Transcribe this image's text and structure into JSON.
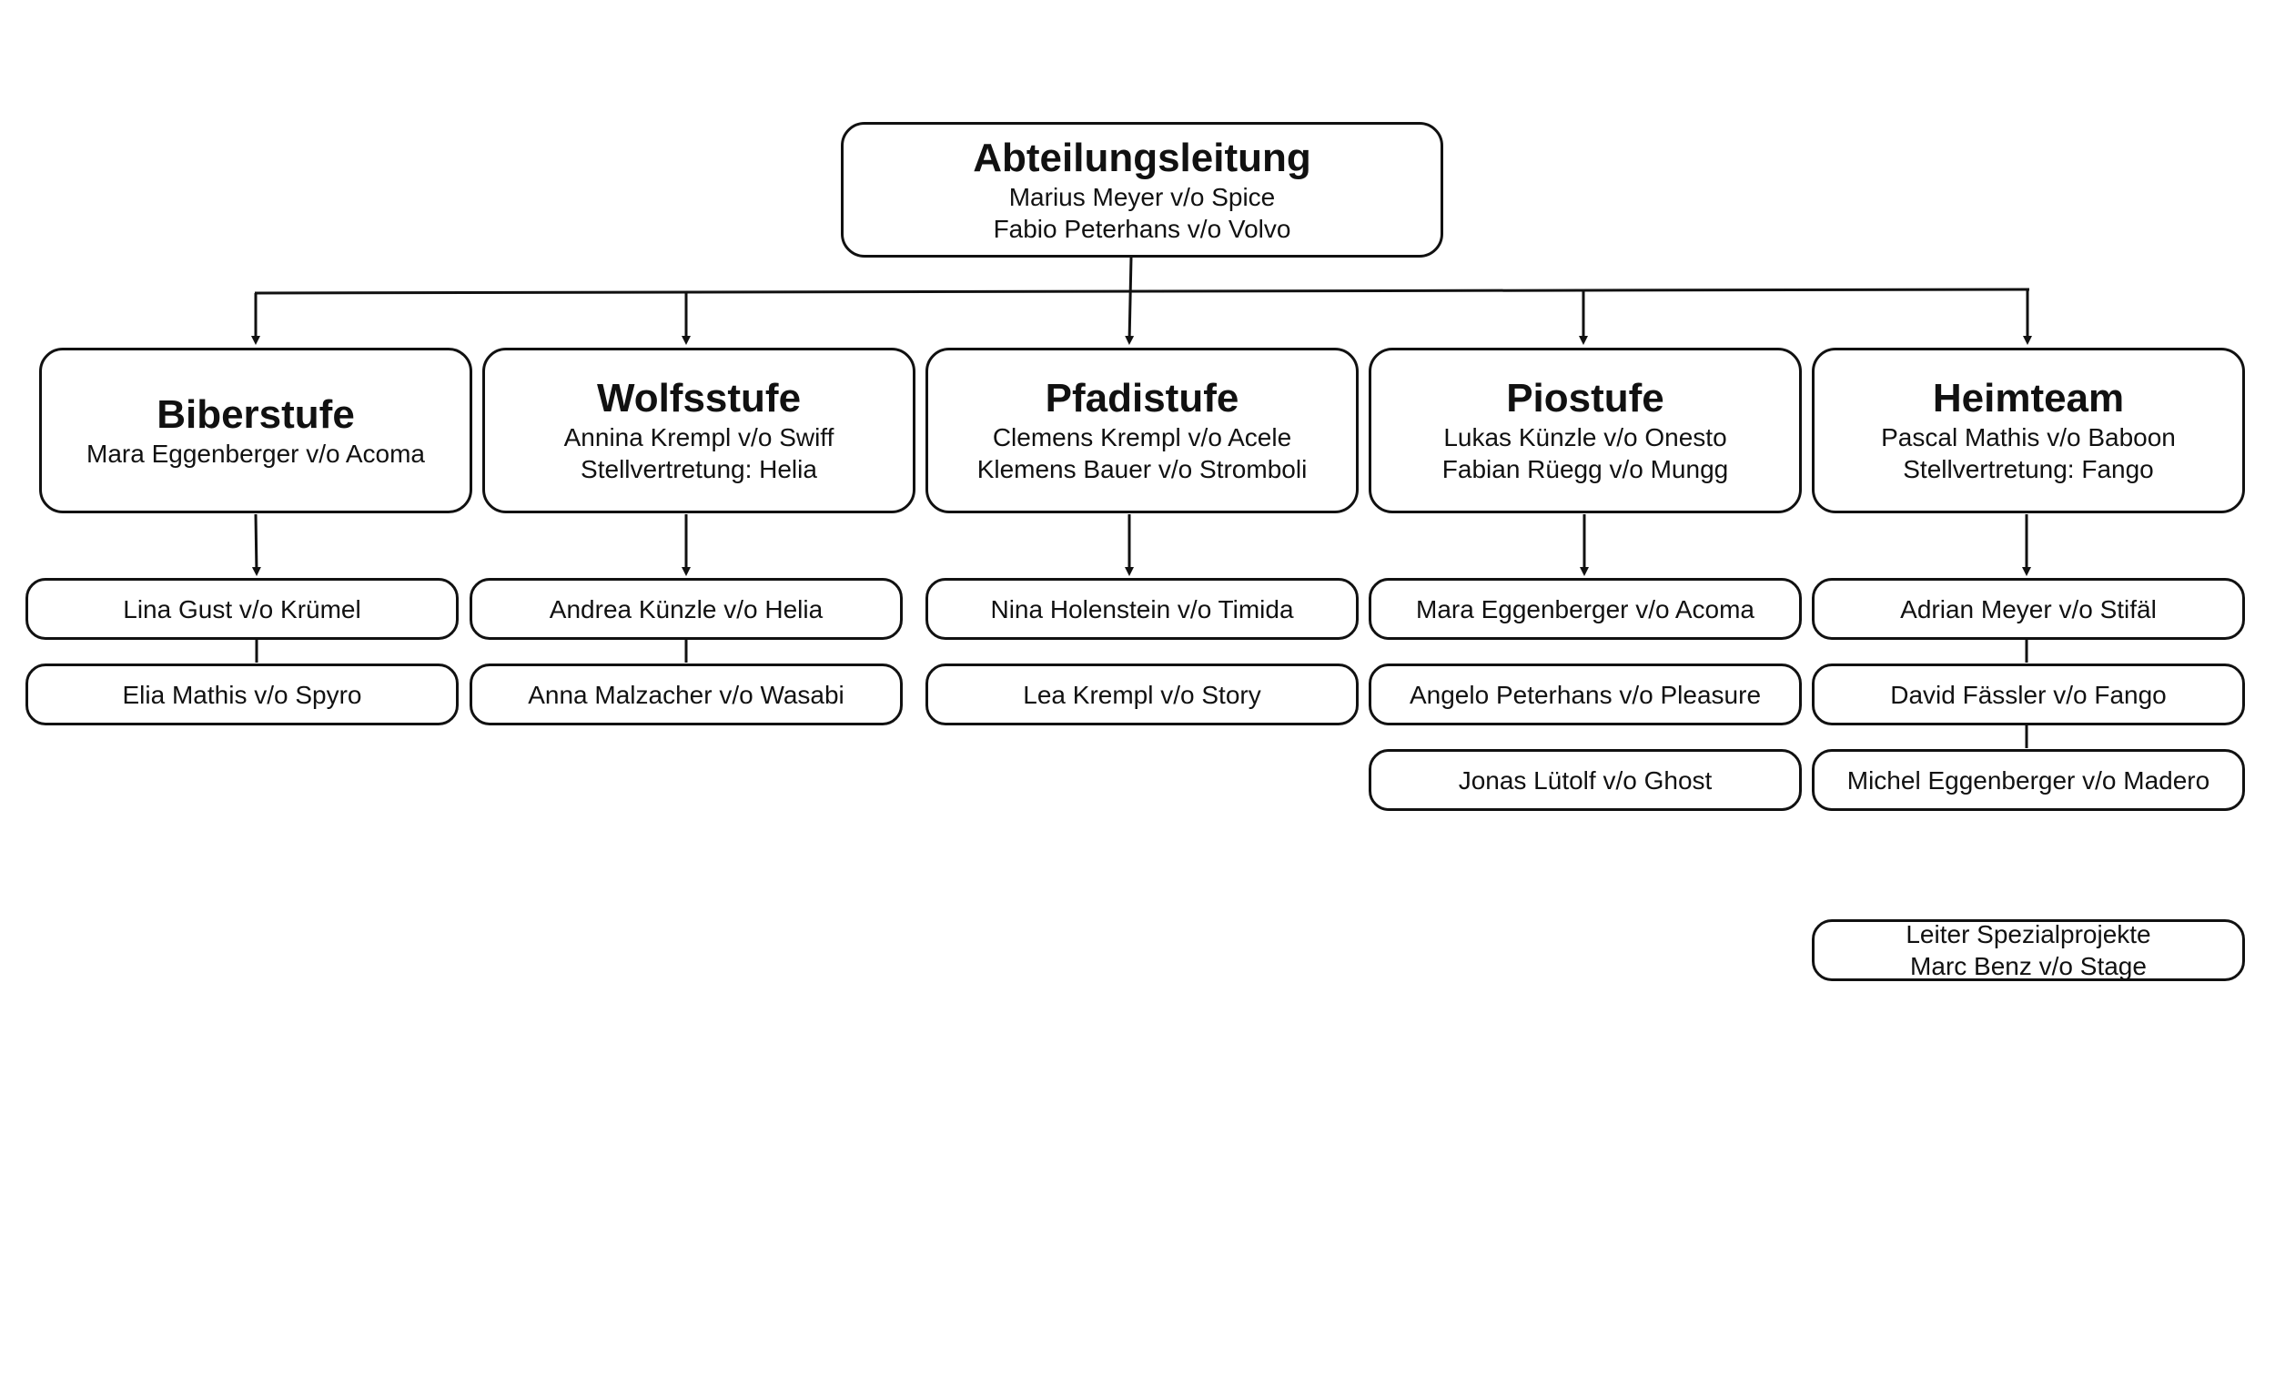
{
  "root": {
    "title": "Abteilungsleitung",
    "lines": [
      "Marius Meyer v/o Spice",
      "Fabio Peterhans v/o Volvo"
    ]
  },
  "departments": [
    {
      "title": "Biberstufe",
      "lines": [
        "Mara Eggenberger v/o Acoma"
      ],
      "members": [
        "Lina Gust v/o Krümel",
        "Elia Mathis v/o Spyro"
      ]
    },
    {
      "title": "Wolfsstufe",
      "lines": [
        "Annina Krempl v/o Swiff",
        "Stellvertretung: Helia"
      ],
      "members": [
        "Andrea Künzle v/o Helia",
        "Anna Malzacher v/o Wasabi"
      ]
    },
    {
      "title": "Pfadistufe",
      "lines": [
        "Clemens Krempl v/o Acele",
        "Klemens Bauer v/o Stromboli"
      ],
      "members": [
        "Nina Holenstein v/o Timida",
        "Lea Krempl v/o Story"
      ]
    },
    {
      "title": "Piostufe",
      "lines": [
        "Lukas Künzle v/o Onesto",
        "Fabian Rüegg v/o Mungg"
      ],
      "members": [
        "Mara Eggenberger v/o Acoma",
        "Angelo Peterhans v/o Pleasure",
        "Jonas Lütolf v/o Ghost"
      ]
    },
    {
      "title": "Heimteam",
      "lines": [
        "Pascal Mathis v/o Baboon",
        "Stellvertretung: Fango"
      ],
      "members": [
        "Adrian Meyer v/o Stifäl",
        "David Fässler v/o Fango",
        "Michel Eggenberger v/o Madero"
      ]
    }
  ],
  "special": {
    "lines": [
      "Leiter Spezialprojekte",
      "Marc Benz v/o Stage"
    ]
  }
}
